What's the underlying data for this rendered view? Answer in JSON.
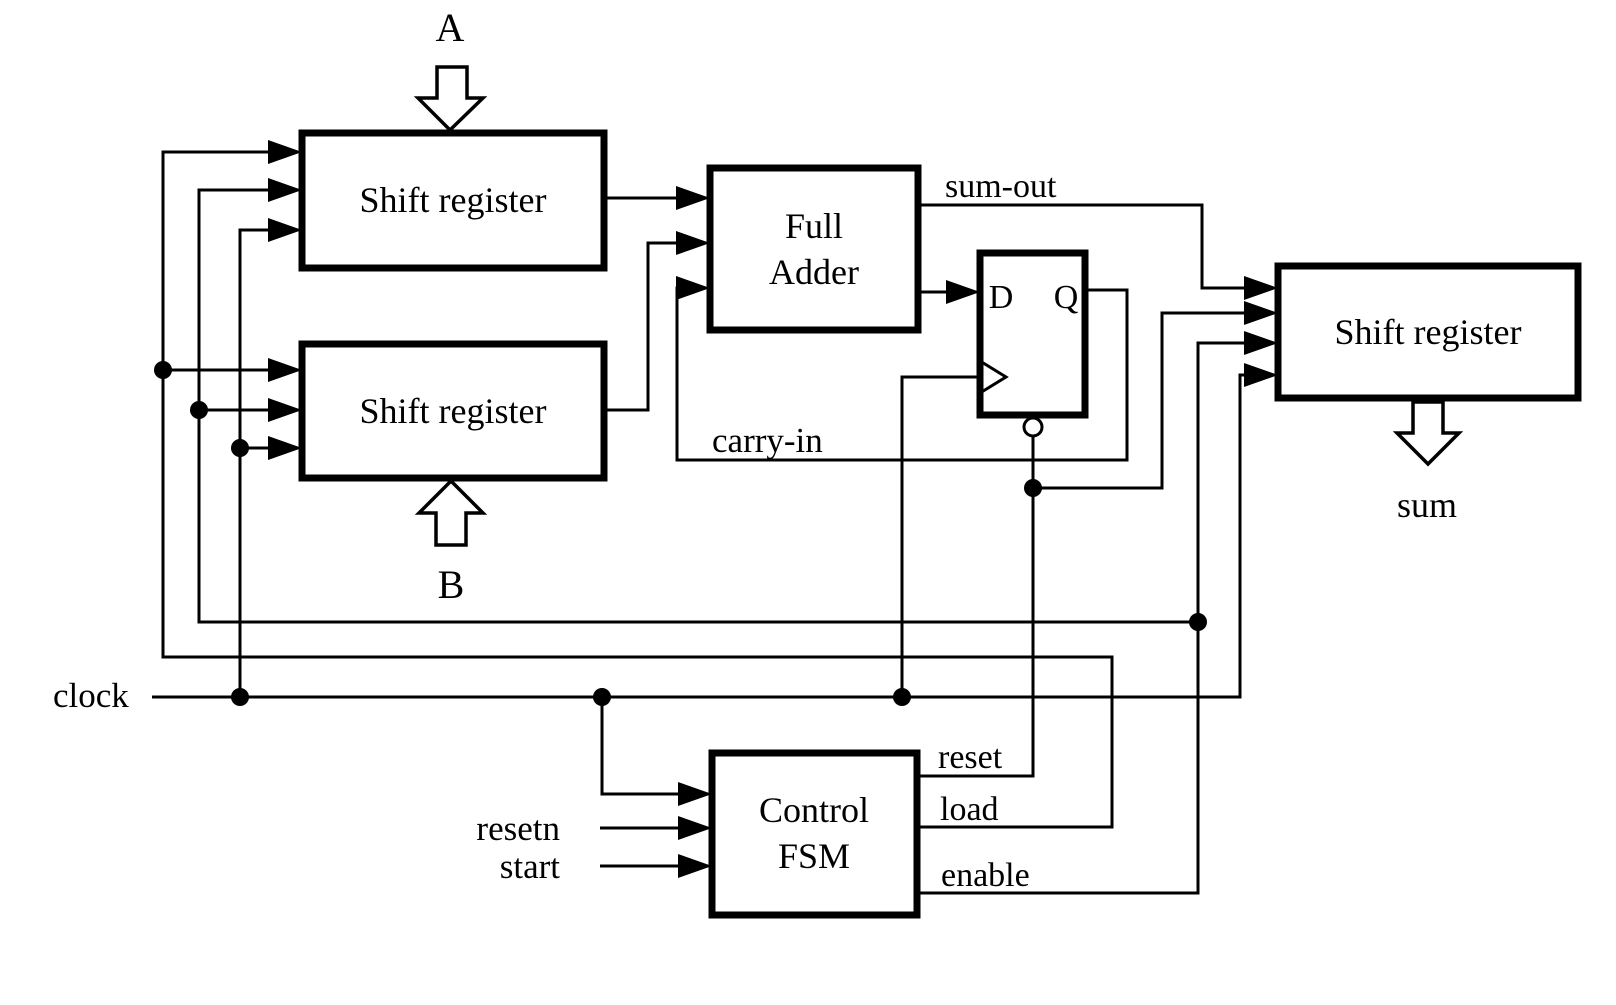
{
  "diagram": {
    "kind": "serial-adder-block-diagram",
    "background": "#ffffff",
    "line_color": "#000000"
  },
  "blocks": {
    "shift_register_a": "Shift register",
    "shift_register_b": "Shift register",
    "full_adder_line1": "Full",
    "full_adder_line2": "Adder",
    "flip_flop_d": "D",
    "flip_flop_q": "Q",
    "shift_register_out": "Shift register",
    "control_fsm_line1": "Control",
    "control_fsm_line2": "FSM"
  },
  "signals": {
    "input_a": "A",
    "input_b": "B",
    "sum": "sum",
    "sum_out": "sum-out",
    "carry_in": "carry-in",
    "clock": "clock",
    "resetn": "resetn",
    "start": "start",
    "reset": "reset",
    "load": "load",
    "enable": "enable"
  }
}
